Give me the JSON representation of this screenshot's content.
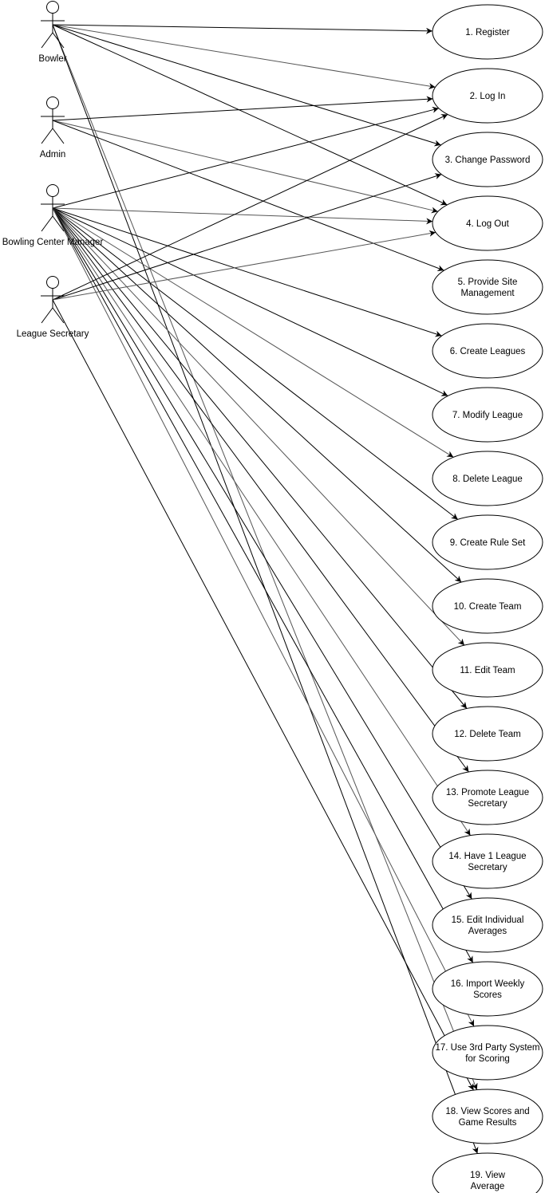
{
  "diagram": {
    "actors": [
      {
        "id": "bowler",
        "name": "Bowler"
      },
      {
        "id": "admin",
        "name": "Admin"
      },
      {
        "id": "manager",
        "name": "Bowling Center Manager"
      },
      {
        "id": "secretary",
        "name": "League Secretary"
      }
    ],
    "use_cases": [
      {
        "id": 1,
        "lines": [
          "1. Register"
        ]
      },
      {
        "id": 2,
        "lines": [
          "2. Log In"
        ]
      },
      {
        "id": 3,
        "lines": [
          "3. Change Password"
        ]
      },
      {
        "id": 4,
        "lines": [
          "4. Log Out"
        ]
      },
      {
        "id": 5,
        "lines": [
          "5. Provide Site",
          "Management"
        ]
      },
      {
        "id": 6,
        "lines": [
          "6. Create Leagues"
        ]
      },
      {
        "id": 7,
        "lines": [
          "7. Modify League"
        ]
      },
      {
        "id": 8,
        "lines": [
          "8. Delete League"
        ]
      },
      {
        "id": 9,
        "lines": [
          "9. Create Rule Set"
        ]
      },
      {
        "id": 10,
        "lines": [
          "10. Create Team"
        ]
      },
      {
        "id": 11,
        "lines": [
          "11. Edit Team"
        ]
      },
      {
        "id": 12,
        "lines": [
          "12. Delete Team"
        ]
      },
      {
        "id": 13,
        "lines": [
          "13. Promote League",
          "Secretary"
        ]
      },
      {
        "id": 14,
        "lines": [
          "14. Have 1 League",
          "Secretary"
        ]
      },
      {
        "id": 15,
        "lines": [
          "15. Edit Individual",
          "Averages"
        ]
      },
      {
        "id": 16,
        "lines": [
          "16. Import Weekly",
          "Scores"
        ]
      },
      {
        "id": 17,
        "lines": [
          "17. Use 3rd Party System",
          "for Scoring"
        ]
      },
      {
        "id": 18,
        "lines": [
          "18. View Scores and",
          "Game Results"
        ]
      },
      {
        "id": 19,
        "lines": [
          "19. View",
          "Average"
        ]
      }
    ],
    "associations": [
      {
        "from": "bowler",
        "to": 1
      },
      {
        "from": "bowler",
        "to": 2
      },
      {
        "from": "bowler",
        "to": 3
      },
      {
        "from": "bowler",
        "to": 4
      },
      {
        "from": "bowler",
        "to": 18
      },
      {
        "from": "bowler",
        "to": 19
      },
      {
        "from": "admin",
        "to": 2
      },
      {
        "from": "admin",
        "to": 4
      },
      {
        "from": "admin",
        "to": 5
      },
      {
        "from": "manager",
        "to": 2
      },
      {
        "from": "manager",
        "to": 4
      },
      {
        "from": "manager",
        "to": 6
      },
      {
        "from": "manager",
        "to": 7
      },
      {
        "from": "manager",
        "to": 8
      },
      {
        "from": "manager",
        "to": 9
      },
      {
        "from": "manager",
        "to": 10
      },
      {
        "from": "manager",
        "to": 11
      },
      {
        "from": "manager",
        "to": 12
      },
      {
        "from": "manager",
        "to": 13
      },
      {
        "from": "manager",
        "to": 14
      },
      {
        "from": "manager",
        "to": 15
      },
      {
        "from": "manager",
        "to": 16
      },
      {
        "from": "manager",
        "to": 17
      },
      {
        "from": "secretary",
        "to": 2
      },
      {
        "from": "secretary",
        "to": 3
      },
      {
        "from": "secretary",
        "to": 4
      },
      {
        "from": "secretary",
        "to": 18
      }
    ]
  }
}
